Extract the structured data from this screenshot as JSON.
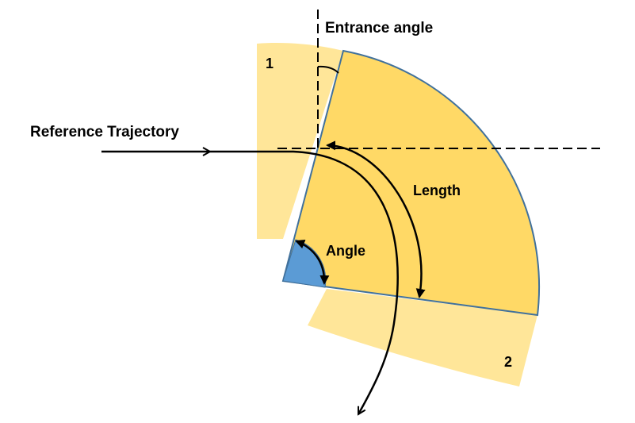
{
  "diagram": {
    "labels": {
      "entrance_angle": "Entrance angle",
      "reference_trajectory": "Reference Trajectory",
      "length": "Length",
      "angle": "Angle",
      "region_1": "1",
      "region_2": "2"
    },
    "colors": {
      "fringe_region": "#ffe699",
      "magnet_body": "#ffd966",
      "magnet_edge": "#41719c",
      "angle_wedge": "#5b9bd5",
      "lines": "#000000"
    }
  }
}
